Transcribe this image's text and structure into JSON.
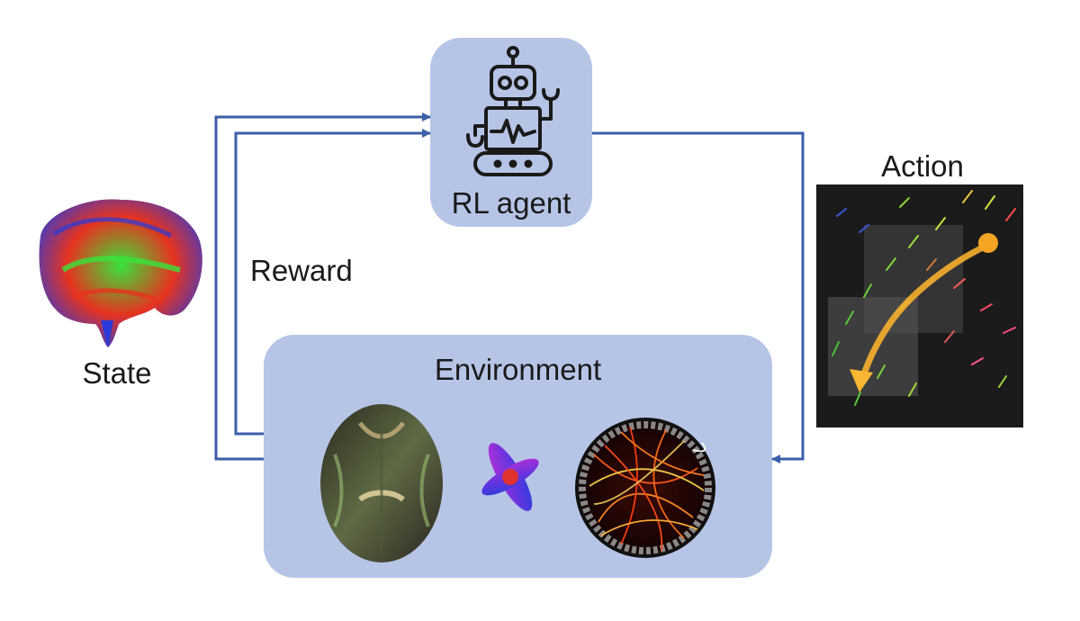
{
  "labels": {
    "agent": "RL agent",
    "environment": "Environment",
    "state": "State",
    "reward": "Reward",
    "action": "Action"
  },
  "colors": {
    "box_fill": "#b6c5e6",
    "arrow": "#3b5fa8",
    "trajectory": "#f7b733"
  },
  "icons": {
    "agent": "robot-icon",
    "state": "brain-tractography-icon",
    "environment": [
      "brain-slice-icon",
      "fodf-glyph-icon",
      "connectome-circle-icon"
    ],
    "action": "peak-field-trajectory-icon"
  }
}
